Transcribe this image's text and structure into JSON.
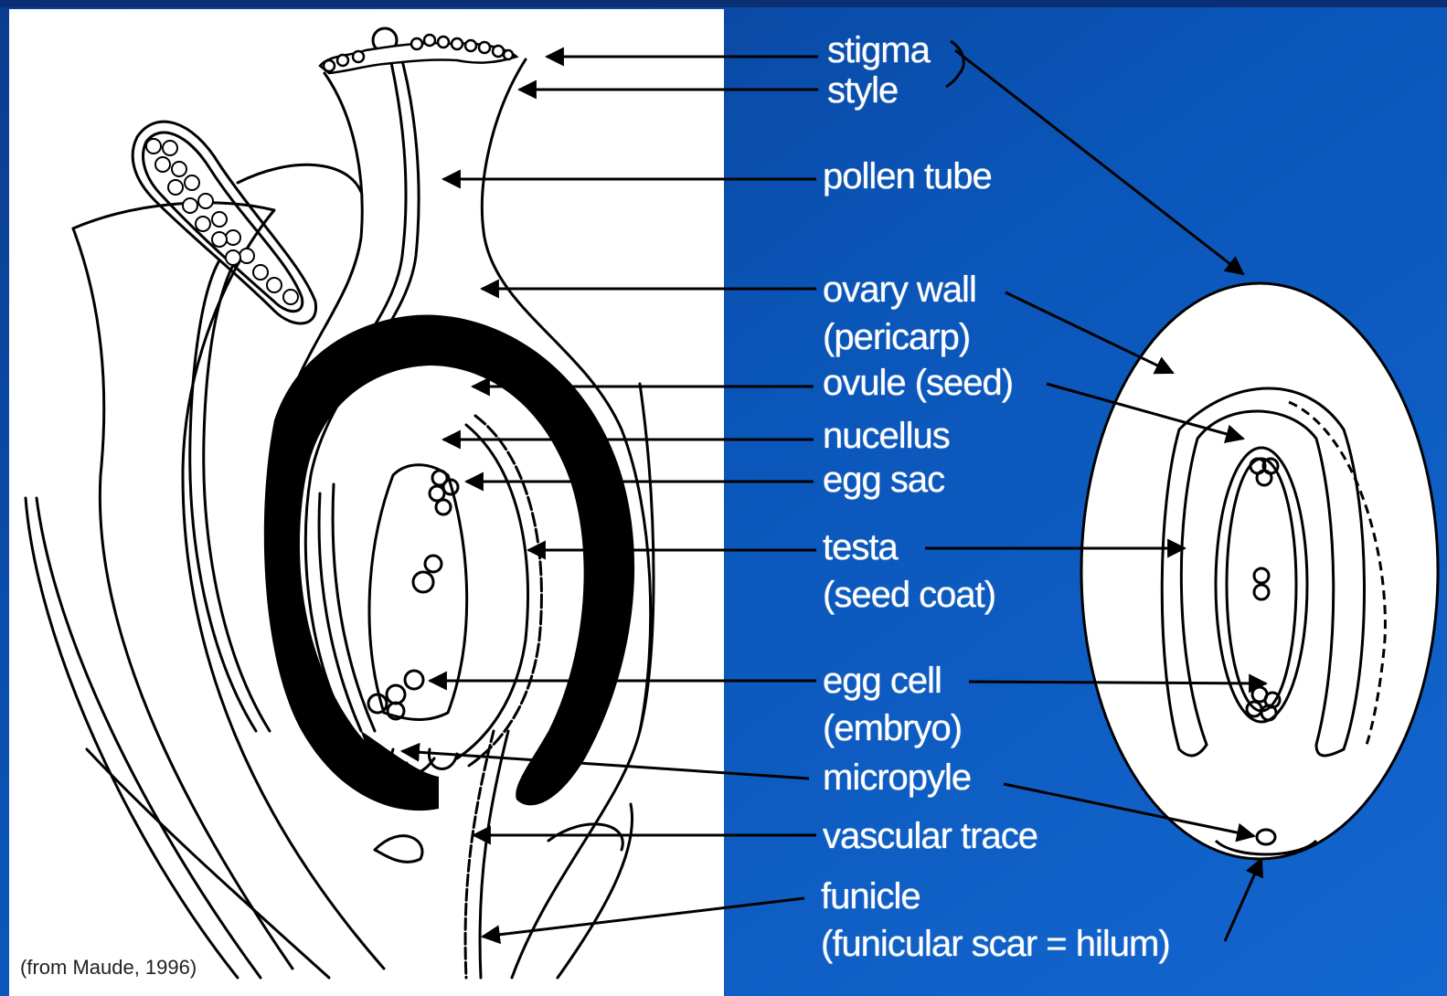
{
  "labels": {
    "stigma": "stigma",
    "style": "style",
    "pollen_tube": "pollen tube",
    "ovary_wall": "ovary wall",
    "pericarp": "(pericarp)",
    "ovule": "ovule (seed)",
    "nucellus": "nucellus",
    "egg_sac": "egg sac",
    "testa": "testa",
    "seed_coat": "(seed coat)",
    "egg_cell": "egg cell",
    "embryo": "(embryo)",
    "micropyle": "micropyle",
    "vascular_trace": "vascular trace",
    "funicle": "funicle",
    "funicular_scar": "(funicular scar = hilum)"
  },
  "credit": "(from Maude, 1996)",
  "colors": {
    "background_dark": "#062a6e",
    "background_light": "#1c66c9",
    "panel": "#ffffff",
    "ink": "#000000",
    "label_text": "#ffffff"
  }
}
